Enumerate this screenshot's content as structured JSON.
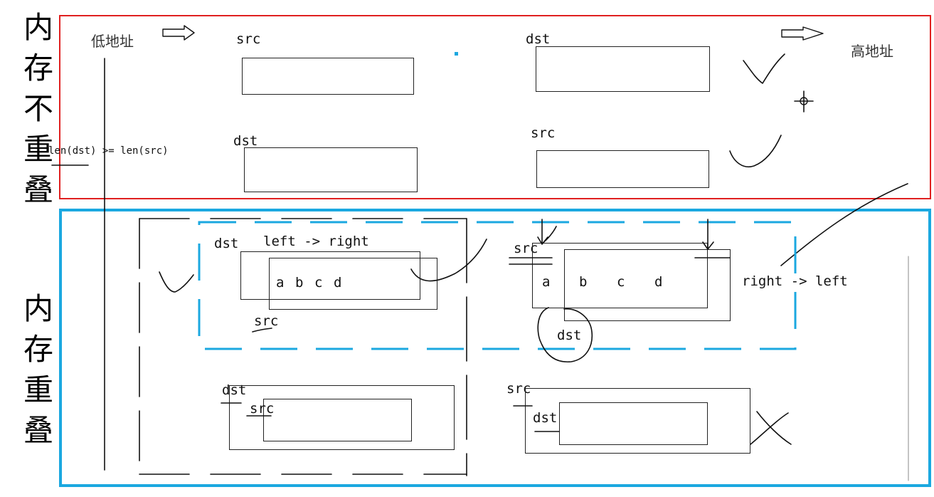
{
  "side_labels": {
    "top": [
      "内",
      "存",
      "不",
      "重",
      "叠"
    ],
    "bottom": [
      "内",
      "存",
      "重",
      "叠"
    ]
  },
  "top_section": {
    "low_address": "低地址",
    "high_address": "高地址",
    "row1_left": "src",
    "row1_right": "dst",
    "row2_left": "dst",
    "row2_right": "src",
    "condition": "len(dst) >= len(src)"
  },
  "overlap_section": {
    "left_top": {
      "dst": "dst",
      "direction": "left -> right",
      "chars": [
        "a",
        "b",
        "c",
        "d"
      ],
      "src": "src"
    },
    "right_top": {
      "src": "src",
      "chars": [
        "a",
        "b",
        "c",
        "d"
      ],
      "dst": "dst",
      "direction": "right -> left"
    },
    "left_bottom": {
      "outer": "dst",
      "inner": "src"
    },
    "right_bottom": {
      "outer": "src",
      "inner": "dst"
    }
  },
  "colors": {
    "top_border": "#e02020",
    "bottom_border": "#1ba8e0",
    "marker": "#1ba8e0"
  }
}
